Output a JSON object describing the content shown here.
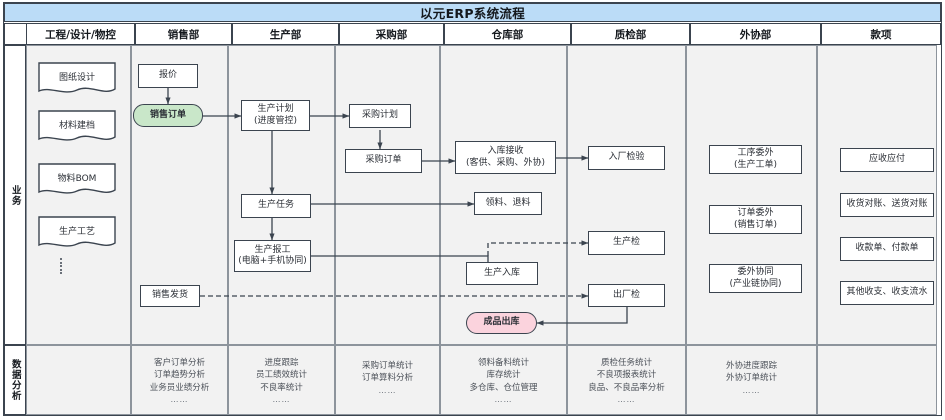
{
  "title": "以元ERP系统流程",
  "columns": [
    {
      "id": "engineering",
      "label": "工程/设计/物控"
    },
    {
      "id": "sales",
      "label": "销售部"
    },
    {
      "id": "production",
      "label": "生产部"
    },
    {
      "id": "purchasing",
      "label": "采购部"
    },
    {
      "id": "warehouse",
      "label": "仓库部"
    },
    {
      "id": "quality",
      "label": "质检部"
    },
    {
      "id": "outsourcing",
      "label": "外协部"
    },
    {
      "id": "payments",
      "label": "款项"
    }
  ],
  "rows": [
    {
      "id": "business",
      "label": "业务"
    },
    {
      "id": "analysis",
      "label": "数据分析"
    }
  ],
  "nodes": {
    "drawing_design": {
      "label": "图纸设计",
      "shape": "document"
    },
    "material_archive": {
      "label": "材料建档",
      "shape": "document"
    },
    "material_bom": {
      "label": "物料BOM",
      "shape": "document"
    },
    "production_process": {
      "label": "生产工艺",
      "shape": "document"
    },
    "quotation": {
      "label": "报价",
      "shape": "rect"
    },
    "sales_order": {
      "label": "销售订单",
      "shape": "pill",
      "color": "#c9e7c9"
    },
    "sales_delivery": {
      "label": "销售发货",
      "shape": "rect"
    },
    "production_plan": {
      "label": "生产计划",
      "sub": "(进度管控)",
      "shape": "rect"
    },
    "production_task": {
      "label": "生产任务",
      "shape": "rect"
    },
    "production_report": {
      "label": "生产报工",
      "sub": "(电脑+手机协同)",
      "shape": "rect"
    },
    "purchase_plan": {
      "label": "采购计划",
      "shape": "rect"
    },
    "purchase_order": {
      "label": "采购订单",
      "shape": "rect"
    },
    "stock_in_receive": {
      "label": "入库接收",
      "sub": "(客供、采购、外协)",
      "shape": "rect"
    },
    "pick_return": {
      "label": "领料、退料",
      "shape": "rect"
    },
    "production_stock_in": {
      "label": "生产入库",
      "shape": "rect"
    },
    "finished_stock_out": {
      "label": "成品出库",
      "shape": "pill",
      "color": "#fbd3dd"
    },
    "incoming_inspect": {
      "label": "入厂检验",
      "shape": "rect"
    },
    "production_inspect": {
      "label": "生产检",
      "shape": "rect"
    },
    "outgoing_inspect": {
      "label": "出厂检",
      "shape": "rect"
    },
    "process_outsource": {
      "label": "工序委外",
      "sub": "(生产工单)",
      "shape": "rect"
    },
    "order_outsource": {
      "label": "订单委外",
      "sub": "(销售订单)",
      "shape": "rect"
    },
    "outsource_collab": {
      "label": "委外协同",
      "sub": "(产业链协同)",
      "shape": "rect"
    },
    "receivable_payable": {
      "label": "应收应付",
      "shape": "rect"
    },
    "receipt_delivery_recon": {
      "label": "收货对账、送货对账",
      "shape": "rect"
    },
    "receipt_payment_slip": {
      "label": "收款单、付款单",
      "shape": "rect"
    },
    "other_income_expense": {
      "label": "其他收支、收支流水",
      "shape": "rect"
    }
  },
  "ellipsis_marker": "⋮",
  "analysis": {
    "engineering": {
      "lines": [],
      "dots": ""
    },
    "sales": {
      "lines": [
        "客户订单分析",
        "订单趋势分析",
        "业务员业绩分析"
      ],
      "dots": "……"
    },
    "production": {
      "lines": [
        "进度跟踪",
        "员工绩效统计",
        "不良率统计"
      ],
      "dots": "……"
    },
    "purchasing": {
      "lines": [
        "采购订单统计",
        "订单算料分析"
      ],
      "dots": "……"
    },
    "warehouse": {
      "lines": [
        "领料备料统计",
        "库存统计",
        "多仓库、仓位管理"
      ],
      "dots": "……"
    },
    "quality": {
      "lines": [
        "质检任务统计",
        "不良项报表统计",
        "良品、不良品率分析"
      ],
      "dots": "……"
    },
    "outsourcing": {
      "lines": [
        "外协进度跟踪",
        "外协订单统计"
      ],
      "dots": "……"
    },
    "payments": {
      "lines": [],
      "dots": ""
    }
  },
  "colors": {
    "title_bar": "#bbdcf7",
    "frame_border": "#3b444f",
    "band_fill": "#f2f2f2",
    "band_border": "#8d949c",
    "node_border": "#3b444f",
    "node_fill": "#ffffff",
    "sales_order_fill": "#c9e7c9",
    "finished_out_fill": "#fbd3dd",
    "connector": "#3b444f",
    "analysis_text": "#4b5058"
  }
}
